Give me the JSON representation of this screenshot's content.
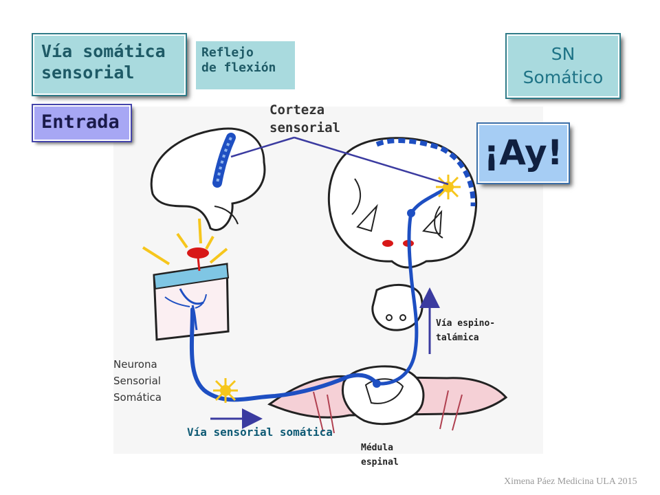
{
  "boxes": {
    "title_line1": "Vía somática",
    "title_line2": "sensorial",
    "entrada": "Entrada",
    "reflejo_line1": "Reflejo",
    "reflejo_line2": "de flexión",
    "sn_line1": "SN",
    "sn_line2": "Somático",
    "ay": "¡Ay!"
  },
  "labels": {
    "corteza_line1": "Corteza",
    "corteza_line2": "sensorial",
    "neurona_line1": "Neurona",
    "neurona_line2": "Sensorial",
    "neurona_line3": "Somática",
    "via_sensorial": "Vía sensorial somática",
    "medula_line1": "Médula",
    "medula_line2": "espinal",
    "espino_line1": "Vía espino-",
    "espino_line2": "talámica",
    "credit": "Ximena Páez Medicina ULA 2015"
  },
  "colors": {
    "pathway": "#1e4fc2",
    "arrow": "#3b3ba0",
    "pain_star": "#f6c61c",
    "title_box": "#a9dade",
    "entrada_box": "#a7a7f4",
    "ay_box": "#a6cdf4"
  }
}
